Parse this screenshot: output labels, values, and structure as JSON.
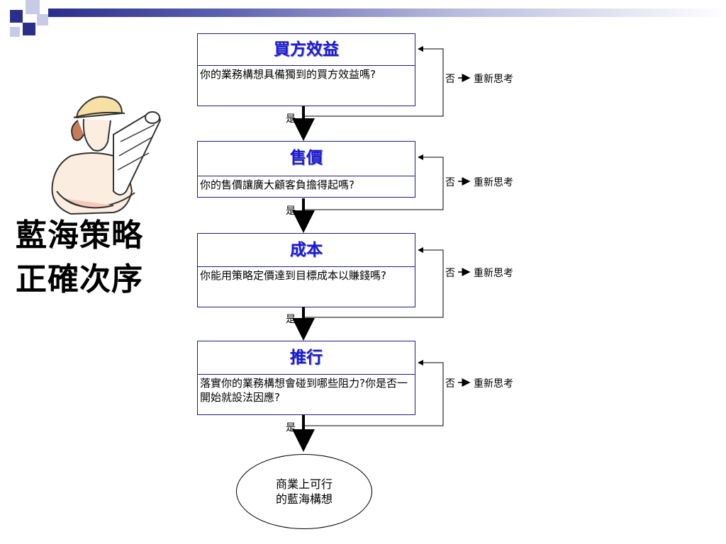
{
  "slide": {
    "side_title_line1": "藍海策略",
    "side_title_line2": "正確次序"
  },
  "steps": [
    {
      "title": "買方效益",
      "question": "你的業務構想具備獨到的買方效益嗎?",
      "yes": "是",
      "no": "否",
      "no_action": "重新思考"
    },
    {
      "title": "售價",
      "question": "你的售價讓廣大顧客負擔得起嗎?",
      "yes": "是",
      "no": "否",
      "no_action": "重新思考"
    },
    {
      "title": "成本",
      "question": "你能用策略定價達到目標成本以賺錢嗎?",
      "yes": "是",
      "no": "否",
      "no_action": "重新思考"
    },
    {
      "title": "推行",
      "question": "落實你的業務構想會碰到哪些阻力?你是否一開始就設法因應?",
      "yes": "是",
      "no": "否",
      "no_action": "重新思考"
    }
  ],
  "end": {
    "line1": "商業上可行",
    "line2": "的藍海構想"
  },
  "colors": {
    "accent": "#1a1ad6",
    "border": "#1c1c8c",
    "topbar": "#2b2f8a"
  },
  "icons": {
    "illustration": "engineer-woman-with-blueprints"
  }
}
